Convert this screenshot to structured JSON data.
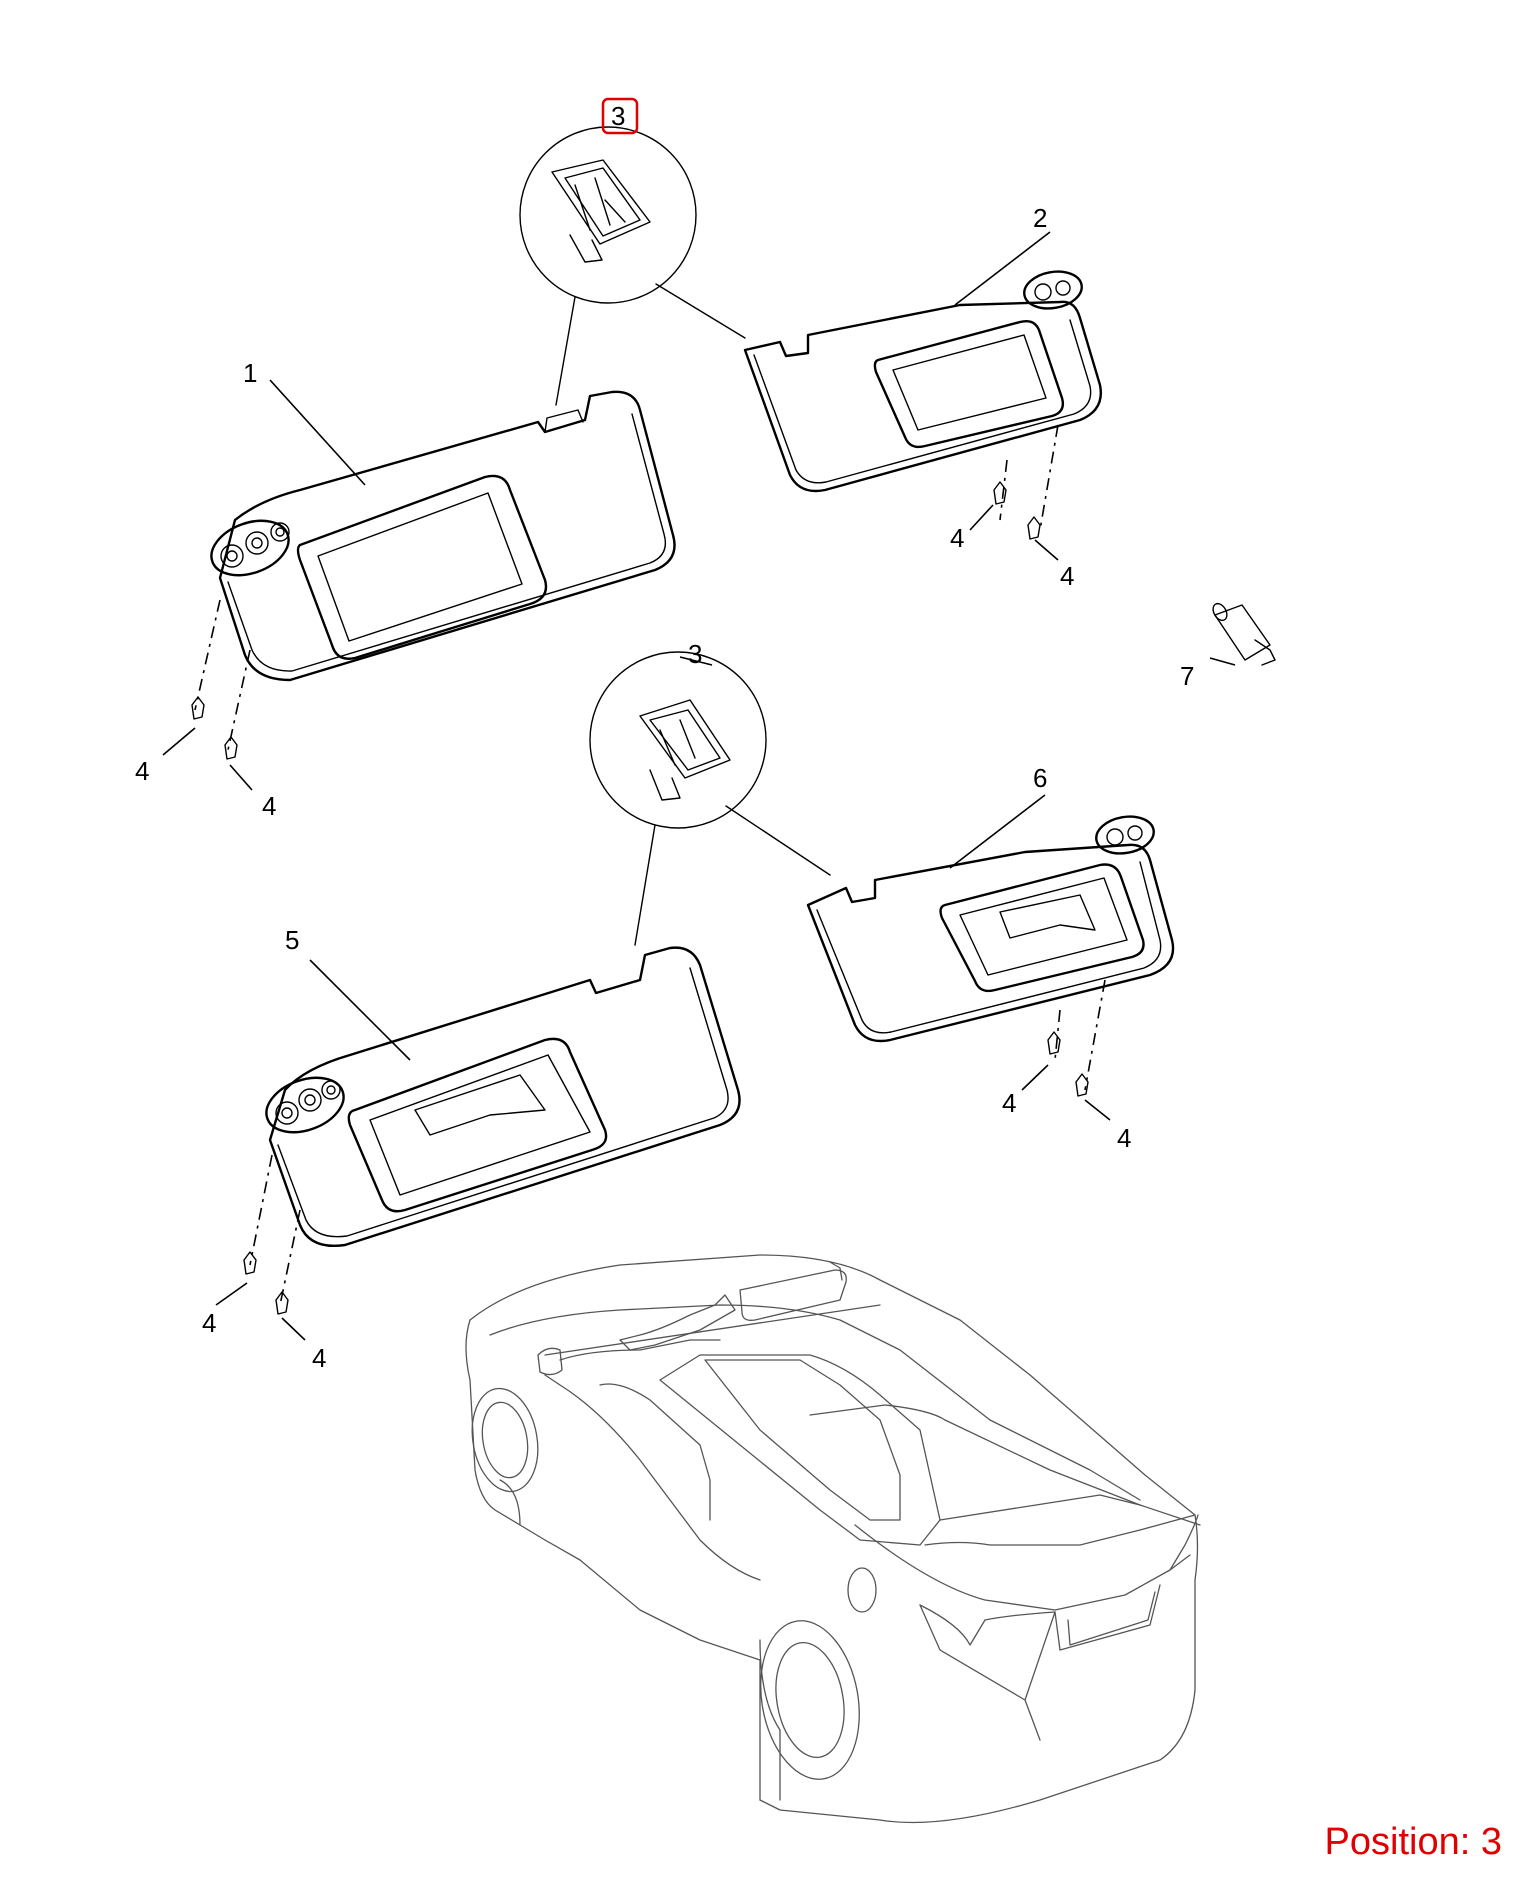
{
  "callouts": {
    "p1": "1",
    "p2": "2",
    "p3a": "3",
    "p3b": "3",
    "p4a": "4",
    "p4b": "4",
    "p4c": "4",
    "p4d": "4",
    "p4e": "4",
    "p4f": "4",
    "p4g": "4",
    "p4h": "4",
    "p5": "5",
    "p6": "6",
    "p7": "7"
  },
  "highlighted_part": "3",
  "highlight_color": "#e00000",
  "position_label": "Position: 3"
}
